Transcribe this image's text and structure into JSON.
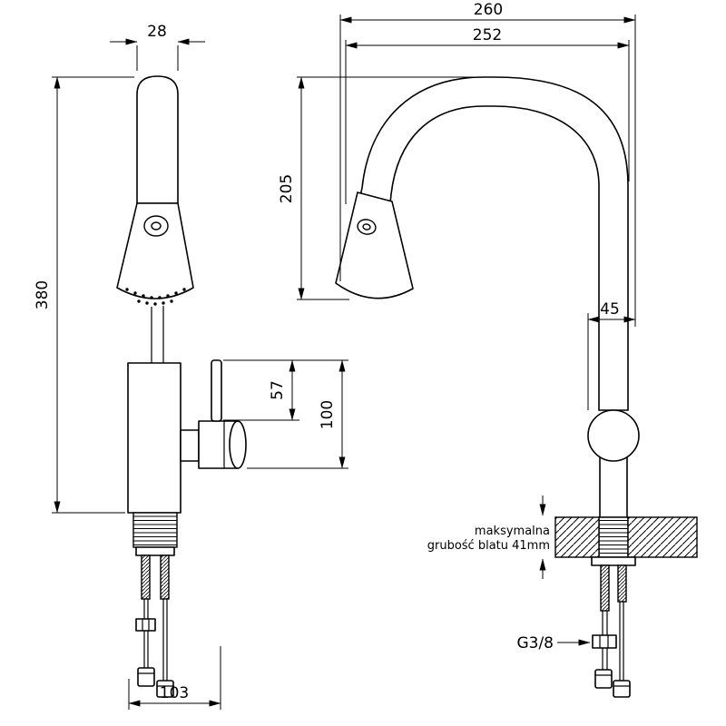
{
  "dims": {
    "front": {
      "spout_diameter": "28",
      "total_height": "380",
      "handle_height": "57",
      "body_height": "100",
      "base_width": "103"
    },
    "side": {
      "total_depth": "260",
      "spout_reach": "252",
      "spout_height": "205",
      "body_depth": "45",
      "counter_note_line1": "maksymalna",
      "counter_note_line2": "grubość blatu 41mm",
      "thread_size": "G3/8"
    }
  }
}
